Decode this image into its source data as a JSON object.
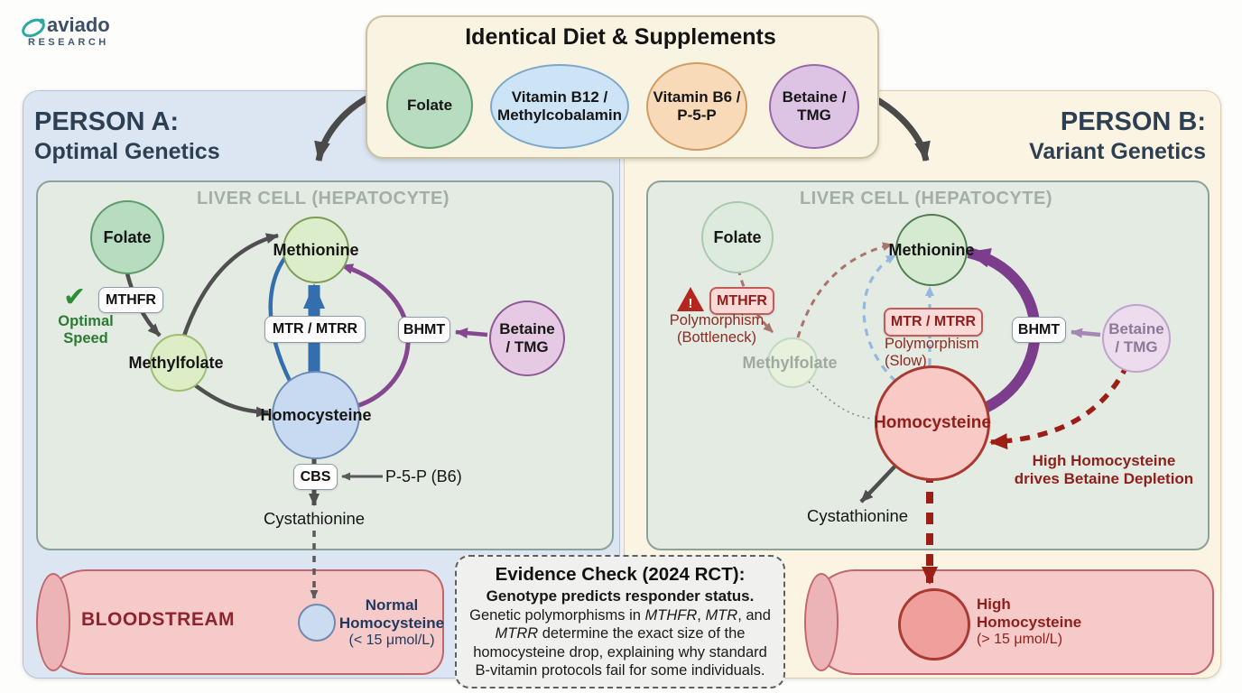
{
  "logo": {
    "brand": "aviado",
    "sub": "RESEARCH"
  },
  "supplements": {
    "title": "Identical Diet & Supplements",
    "items": [
      {
        "label": "Folate"
      },
      {
        "label": "Vitamin B12 /\nMethylcobalamin"
      },
      {
        "label": "Vitamin B6 /\nP-5-P"
      },
      {
        "label": "Betaine /\nTMG"
      }
    ]
  },
  "person_a": {
    "title": "PERSON A:",
    "subtitle": "Optimal Genetics",
    "cell_title": "LIVER CELL (HEPATOCYTE)",
    "nodes": {
      "folate": "Folate",
      "methylfolate": "Methylfolate",
      "methionine": "Methionine",
      "homocysteine": "Homocysteine",
      "betaine": "Betaine\n/ TMG",
      "cystathionine": "Cystathionine"
    },
    "enzymes": {
      "mthfr": "MTHFR",
      "mtr": "MTR / MTRR",
      "bhmt": "BHMT",
      "cbs": "CBS"
    },
    "mthfr_status": "Optimal\nSpeed",
    "cofactor": "P-5-P (B6)",
    "bloodstream_label": "BLOODSTREAM",
    "result": {
      "l1": "Normal",
      "l2": "Homocysteine",
      "l3": "(< 15 μmol/L)"
    }
  },
  "person_b": {
    "title": "PERSON B:",
    "subtitle": "Variant Genetics",
    "cell_title": "LIVER CELL (HEPATOCYTE)",
    "nodes": {
      "folate": "Folate",
      "methylfolate": "Methylfolate",
      "methionine": "Methionine",
      "homocysteine": "Homocysteine",
      "betaine": "Betaine\n/ TMG",
      "cystathionine": "Cystathionine"
    },
    "enzymes": {
      "mthfr": "MTHFR",
      "mtr": "MTR / MTRR",
      "bhmt": "BHMT"
    },
    "mthfr_status": "Polymorphism\n(Bottleneck)",
    "mtr_status": "Polymorphism\n(Slow)",
    "depletion_note": "High Homocysteine\ndrives Betaine Depletion",
    "result": {
      "l1": "High",
      "l2": "Homocysteine",
      "l3": "(> 15 μmol/L)"
    }
  },
  "evidence": {
    "title": "Evidence Check (2024 RCT):",
    "lead": "Genotype predicts responder status.",
    "body": {
      "s1": "Genetic polymorphisms in ",
      "g1": "MTHFR",
      "s2": ", ",
      "g2": "MTR",
      "s3": ", and ",
      "g3": "MTRR",
      "s4": " determine the exact size of the homocysteine drop, explaining why standard B-vitamin protocols fail for some individuals."
    }
  },
  "colors": {
    "ok_green": "#2e8b36",
    "alert_red": "#9c1f17",
    "pathway_blue": "#336fae",
    "pathway_purple": "#85478f",
    "navy": "#1e3a5f",
    "bloodstream_red": "#8e2430"
  }
}
